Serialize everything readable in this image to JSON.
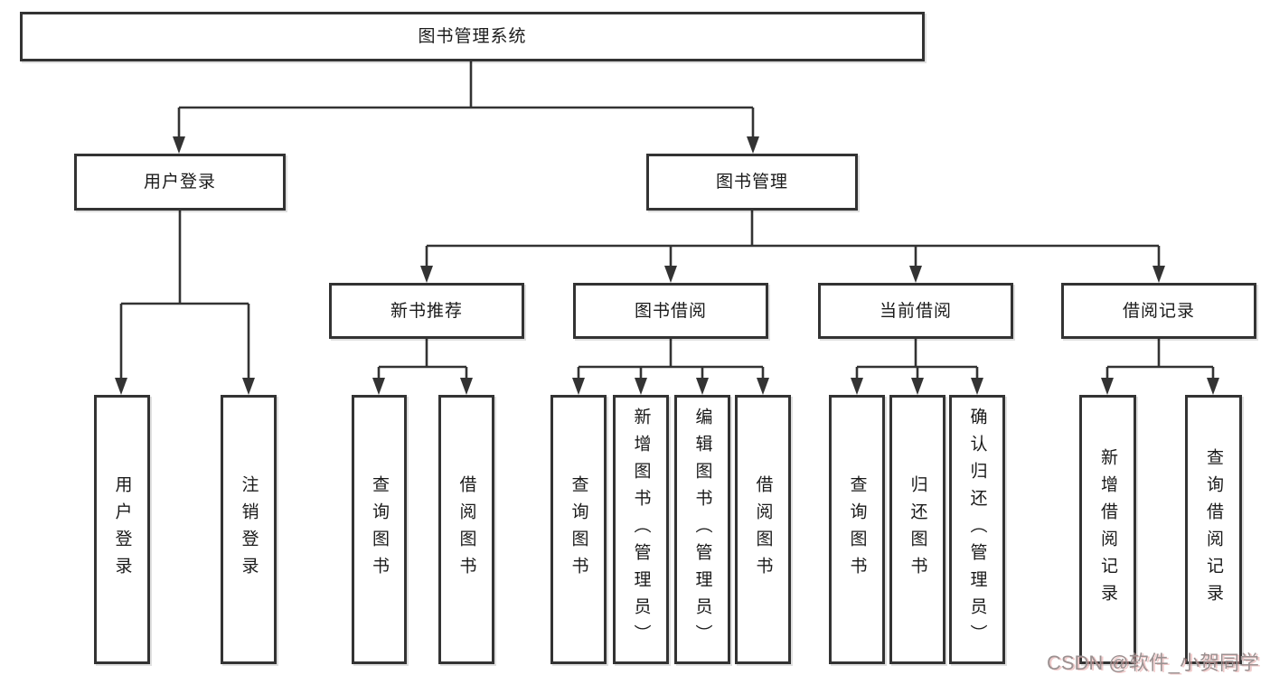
{
  "diagram": {
    "title": "图书管理系统",
    "colors": {
      "border": "#333333",
      "line": "#333333",
      "text": "#1a1a1a",
      "background": "#ffffff"
    },
    "level2": [
      {
        "label": "用户登录"
      },
      {
        "label": "图书管理"
      }
    ],
    "level3": [
      {
        "label": "新书推荐",
        "parent": "图书管理"
      },
      {
        "label": "图书借阅",
        "parent": "图书管理"
      },
      {
        "label": "当前借阅",
        "parent": "图书管理"
      },
      {
        "label": "借阅记录",
        "parent": "图书管理"
      }
    ],
    "leaves": [
      {
        "label": "用户登录",
        "parent": "用户登录"
      },
      {
        "label": "注销登录",
        "parent": "用户登录"
      },
      {
        "label": "查询图书",
        "parent": "新书推荐"
      },
      {
        "label": "借阅图书",
        "parent": "新书推荐"
      },
      {
        "label": "查询图书",
        "parent": "图书借阅"
      },
      {
        "label": "新增图书（管理员）",
        "parent": "图书借阅"
      },
      {
        "label": "编辑图书（管理员）",
        "parent": "图书借阅"
      },
      {
        "label": "借阅图书",
        "parent": "图书借阅"
      },
      {
        "label": "查询图书",
        "parent": "当前借阅"
      },
      {
        "label": "归还图书",
        "parent": "当前借阅"
      },
      {
        "label": "确认归还（管理员）",
        "parent": "当前借阅"
      },
      {
        "label": "新增借阅记录",
        "parent": "借阅记录"
      },
      {
        "label": "查询借阅记录",
        "parent": "借阅记录"
      }
    ]
  },
  "watermark": {
    "text": "CSDN @软件_小贺同学"
  }
}
